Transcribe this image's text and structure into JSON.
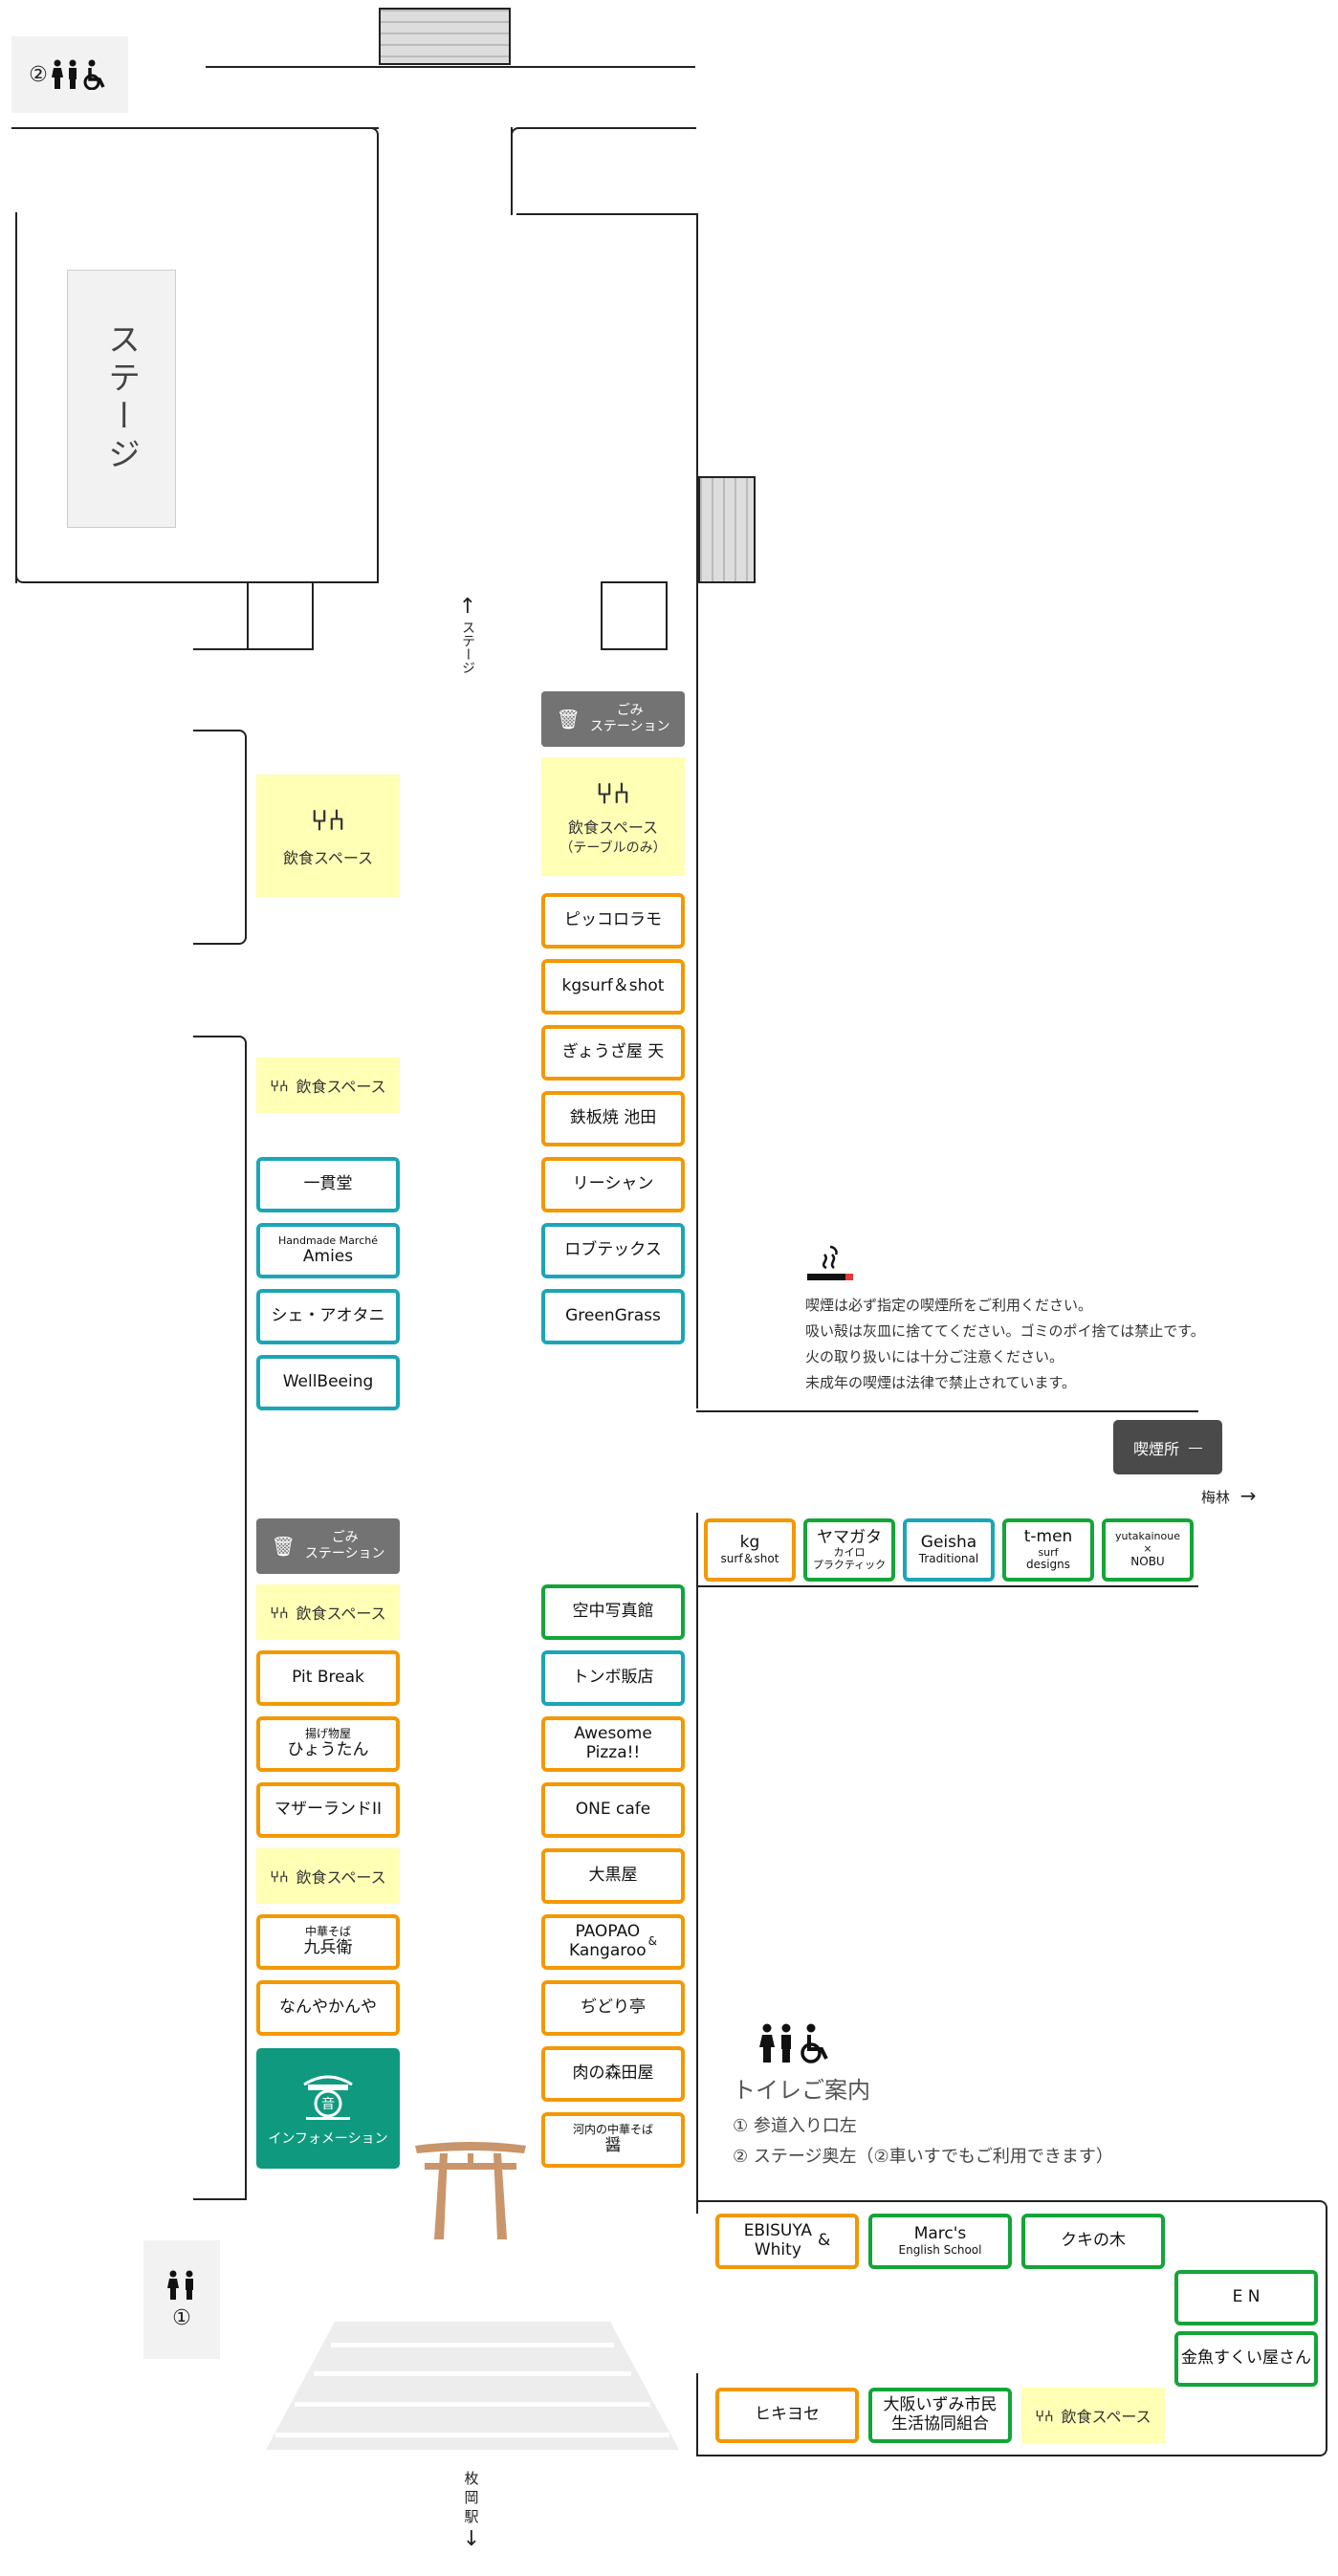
{
  "top_restroom": {
    "label": "②",
    "icon": "restroom-accessible-icon"
  },
  "stage": {
    "label": "ステージ"
  },
  "stage_direction": {
    "arrow": "↑",
    "label": "ステージ"
  },
  "trash_label_1": "ごみ",
  "trash_label_2": "ステーション",
  "eating_space": "飲食スペース",
  "eating_space_table": "飲食スペース",
  "eating_space_table_note": "（テーブルのみ）",
  "booths_center_upper": [
    "ピッコロラモ",
    "kgsurf＆shot",
    "ぎょうざ屋 天",
    "鉄板焼 池田",
    "リーシャン",
    "ロブテックス",
    "GreenGrass"
  ],
  "booths_left_upper": {
    "ikkando": "一貫堂",
    "amies_small": "Handmade Marché",
    "amies": "Amies",
    "chez": "シェ・アオタニ",
    "wellbeeing": "WellBeeing"
  },
  "smoking": {
    "notes": [
      "喫煙は必ず指定の喫煙所をご利用ください。",
      "吸い殻は灰皿に捨ててください。ゴミのポイ捨ては禁止です。",
      "火の取り扱いには十分ご注意ください。",
      "未成年の喫煙は法律で禁止されています。"
    ],
    "area_label": "喫煙所"
  },
  "umebayashi": {
    "label": "梅林",
    "arrow": "→"
  },
  "booths_right_row": {
    "kg1": "kg",
    "kg2": "surf＆shot",
    "yamagata1": "ヤマガタ",
    "yamagata2": "カイロ",
    "yamagata3": "プラクティック",
    "geisha1": "Geisha",
    "geisha2": "Traditional",
    "tmen1": "t-men",
    "tmen2": "surf",
    "tmen3": "designs",
    "yuta1": "yutakainoue",
    "yuta2": "×",
    "yuta3": "NOBU"
  },
  "booths_left_lower": {
    "pitbreak": "Pit Break",
    "hyoutan1": "揚げ物屋",
    "hyoutan2": "ひょうたん",
    "motherland": "マザーランドII",
    "kyubee1": "中華そば",
    "kyubee2": "九兵衛",
    "nanya": "なんやかんや",
    "info": "インフォメーション"
  },
  "booths_center_lower": {
    "kuchu": "空中写真館",
    "tonbo": "トンボ販店",
    "awesome1": "Awesome",
    "awesome2": "Pizza!!",
    "onecafe": "ONE cafe",
    "daikoku": "大黒屋",
    "paopao1": "PAOPAO",
    "paopao2": "Kangaroo",
    "paopao3": "&",
    "chidori": "ぢどり亭",
    "morita": "肉の森田屋",
    "kawachi1": "河内の中華そば",
    "kawachi2": "醤"
  },
  "toilet_guide": {
    "title": "トイレご案内",
    "line1": "① 参道入り口左",
    "line2": "② ステージ奥左（②車いすでもご利用できます）"
  },
  "booths_bottom": {
    "ebisuya1": "EBISUYA",
    "ebisuya2": "Whity",
    "ebisuya3": "&",
    "marcs1": "Marc's",
    "marcs2": "English School",
    "kuki": "クキの木",
    "en": "E N",
    "kingyo": "金魚すくい屋さん",
    "hikiyose": "ヒキヨセ",
    "coop1": "大阪いずみ市民",
    "coop2": "生活協同組合"
  },
  "bottom_restroom": {
    "label": "①",
    "icon": "restroom-icon"
  },
  "station": {
    "label1": "枚",
    "label2": "岡",
    "label3": "駅",
    "arrow": "↓"
  },
  "colors": {
    "orange": "#f39800",
    "teal": "#1aa6b7",
    "green": "#13a538",
    "eat": "#ffffb5",
    "info": "#0f9a80"
  }
}
